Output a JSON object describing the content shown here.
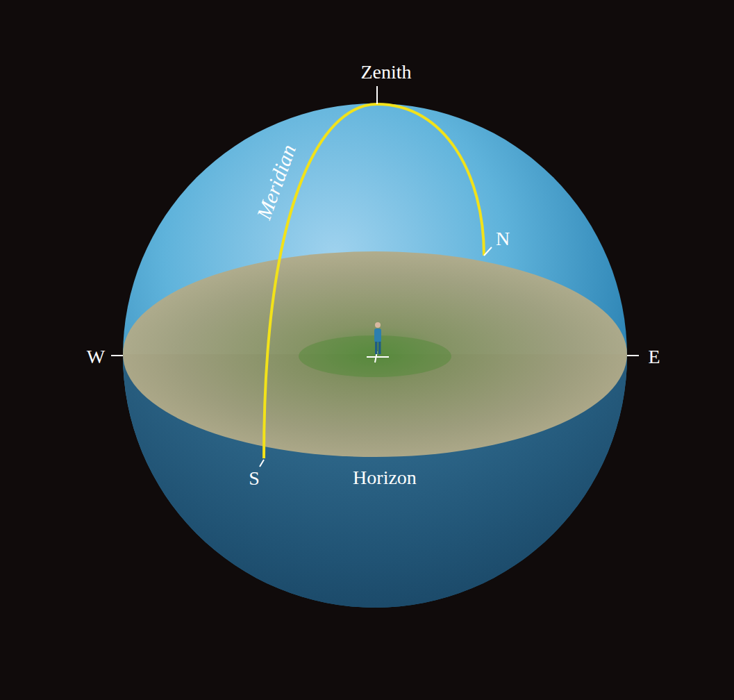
{
  "diagram": {
    "labels": [
      "Zenith",
      "Meridian",
      "N",
      "W",
      "E",
      "S",
      "Horizon"
    ]
  }
}
